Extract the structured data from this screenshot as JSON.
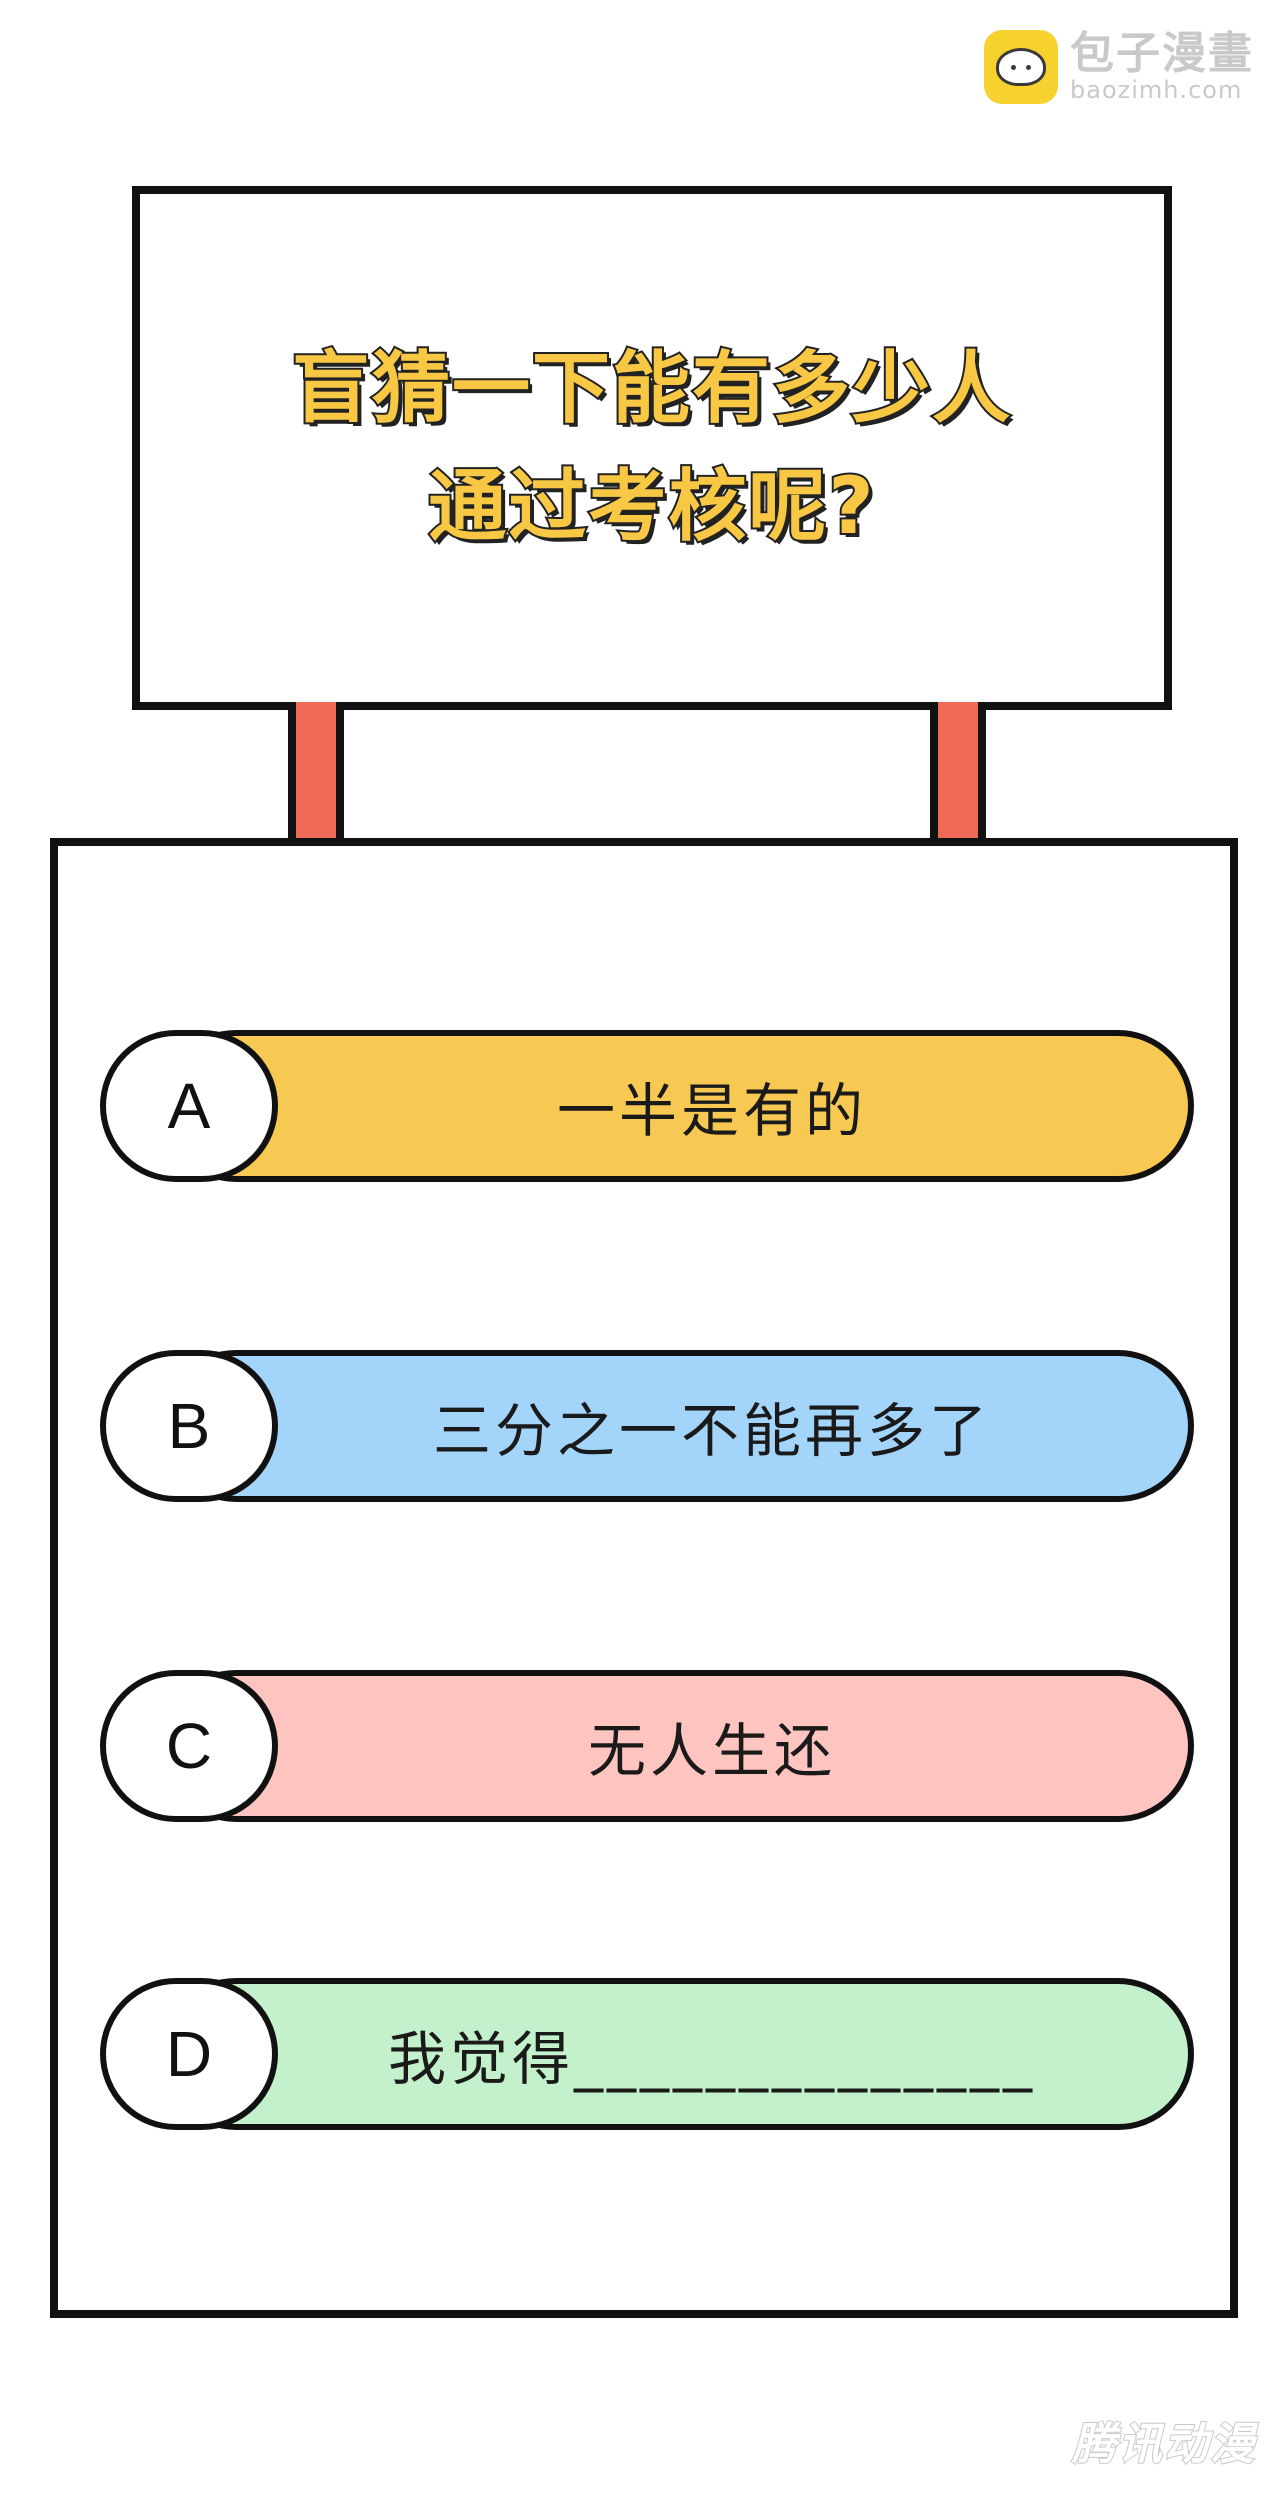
{
  "watermark": {
    "brand_cn": "包子漫畫",
    "brand_url": "baozimh.com",
    "corner_mark": "腾讯动漫"
  },
  "question": {
    "line1": "盲猜一下能有多少人",
    "line2": "通过考核呢?"
  },
  "colors": {
    "option_a": "#f8c952",
    "option_b": "#a3d5fa",
    "option_c": "#fdc4c0",
    "option_d": "#c2f1cb",
    "question_text": "#f8c845",
    "pole": "#ee6a55"
  },
  "options": [
    {
      "letter": "A",
      "text": "一半是有的"
    },
    {
      "letter": "B",
      "text": "三分之一不能再多了"
    },
    {
      "letter": "C",
      "text": "无人生还"
    },
    {
      "letter": "D",
      "text": "我觉得______________"
    }
  ]
}
